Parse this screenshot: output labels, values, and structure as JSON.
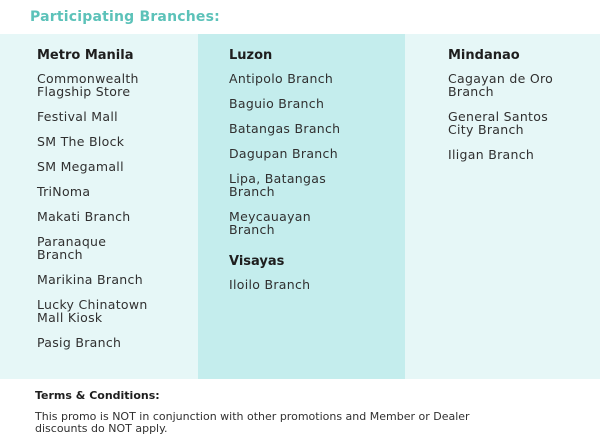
{
  "heading": "Participating Branches:",
  "columns": [
    {
      "title": "Metro Manila",
      "items": [
        "Commonwealth\nFlagship Store",
        "Festival Mall",
        "SM The Block",
        "SM Megamall",
        "TriNoma",
        "Makati Branch",
        "Paranaque\nBranch",
        "Marikina Branch",
        "Lucky Chinatown\nMall Kiosk",
        "Pasig Branch"
      ]
    },
    {
      "title": "Luzon",
      "items": [
        "Antipolo Branch",
        "Baguio Branch",
        "Batangas Branch",
        "Dagupan Branch",
        "Lipa, Batangas\nBranch",
        "Meycauayan\nBranch"
      ],
      "title2": "Visayas",
      "items2": [
        "Iloilo Branch"
      ]
    },
    {
      "title": "Mindanao",
      "items": [
        "Cagayan de Oro\nBranch",
        "General Santos\nCity Branch",
        "Iligan Branch"
      ]
    }
  ],
  "terms": {
    "title": "Terms & Conditions:",
    "text": "This promo is NOT in conjunction with other promotions and Member or Dealer\ndiscounts do NOT apply."
  },
  "colors": {
    "heading": "#5cc2b9",
    "light_panel": "#e6f7f7",
    "mid_panel": "#c4eded"
  }
}
